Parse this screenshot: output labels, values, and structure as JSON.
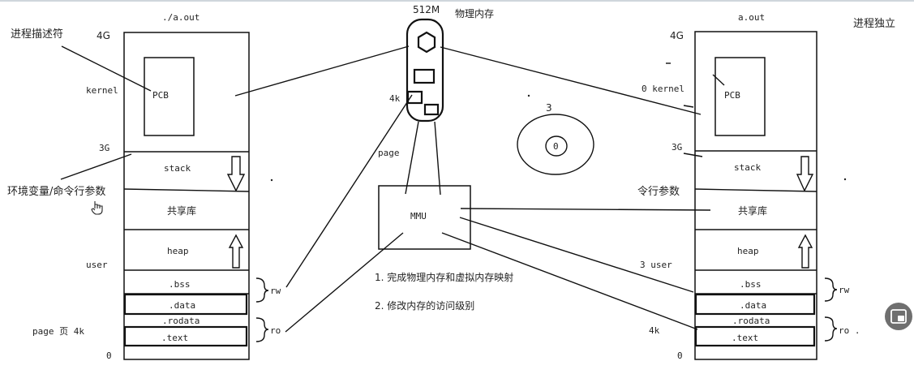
{
  "left_process": {
    "title": "./a.out",
    "labels": {
      "top": "4G",
      "kernel": "kernel",
      "boundary": "3G",
      "user": "user",
      "page": "page 页 4k",
      "zero": "0"
    },
    "pcb": "PCB",
    "segments": {
      "stack": "stack",
      "shared": "共享库",
      "heap": "heap",
      "bss": ".bss",
      "data": ".data",
      "rodata": ".rodata",
      "text": ".text"
    },
    "brace_rw": "rw",
    "brace_ro": "ro"
  },
  "right_process": {
    "title": "a.out",
    "labels": {
      "top": "4G",
      "kernel": "0  kernel",
      "boundary": "3G",
      "user": "3  user",
      "page": "4k",
      "zero": "0"
    },
    "pcb": "PCB",
    "segments": {
      "stack": "stack",
      "shared": "共享库",
      "heap": "heap",
      "bss": ".bss",
      "data": ".data",
      "rodata": ".rodata",
      "text": ".text"
    },
    "brace_rw": "rw",
    "brace_ro": "ro ."
  },
  "annotations": {
    "process_descriptor": "进程描述符",
    "env_vars_left": "环境变量/命令行参数",
    "env_vars_right": "令行参数",
    "process_independent": "进程独立"
  },
  "physical_memory": {
    "size": "512M",
    "label": "物理内存",
    "page_size": "4k",
    "page_label": "page"
  },
  "mmu": {
    "label": "MMU",
    "functions": [
      "1.  完成物理内存和虚拟内存映射",
      "2.  修改内存的访问级别"
    ]
  },
  "rings": {
    "outer": "3",
    "inner": "0"
  },
  "colors": {
    "stroke": "#111111",
    "background": "#ffffff",
    "side_button": "#6f6f6f"
  },
  "icons": [
    "hand-cursor-icon",
    "picture-in-picture-icon"
  ]
}
